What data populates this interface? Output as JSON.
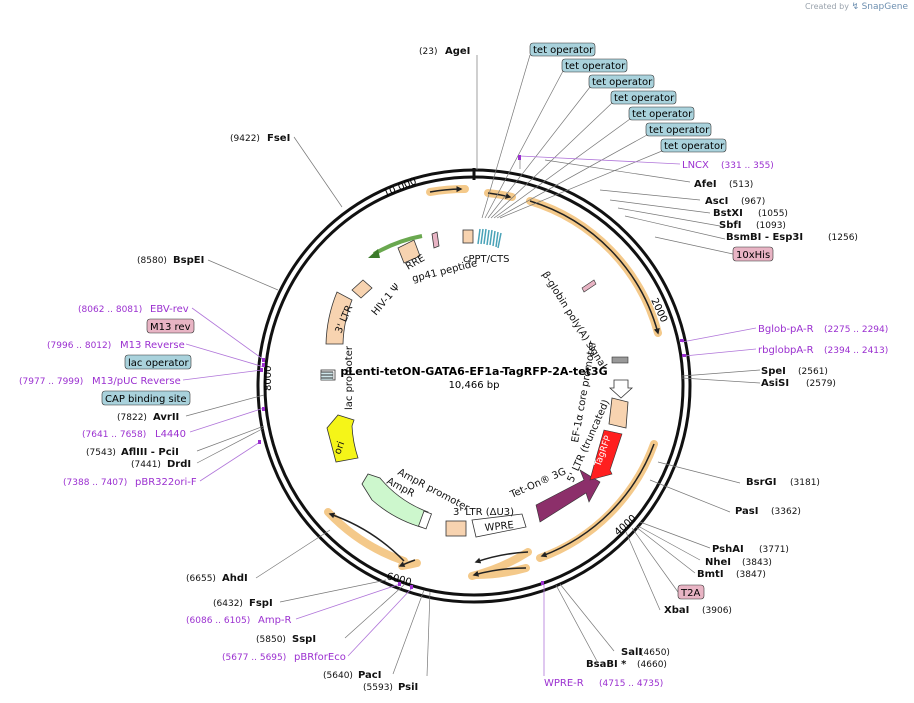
{
  "credit": {
    "prefix": "Created by",
    "brand": "SnapGene"
  },
  "plasmid": {
    "name": "pLenti-tetON-GATA6-EF1a-TagRFP-2A-tet3G",
    "size": "10,466 bp"
  },
  "colors": {
    "restriction": "#000000",
    "primer": "#9b30d0",
    "tetop": "#a9d2dc",
    "his": "#e8b4c4",
    "tagrfp": "#ff1f1f",
    "teton": "#8c2f6a",
    "ori": "#f5f518",
    "ampr": "#cdf7cd",
    "ltr": "#f7d3b0"
  },
  "tick_labels": [
    "2000",
    "4000",
    "6000",
    "8000",
    "10,000"
  ],
  "site_labels": [
    {
      "pos": "(23)",
      "name": "AgeI"
    },
    {
      "pos": "(513)",
      "name": "AfeI"
    },
    {
      "pos": "(967)",
      "name": "AscI"
    },
    {
      "pos": "(1055)",
      "name": "BstXI"
    },
    {
      "pos": "(1093)",
      "name": "SbfI"
    },
    {
      "pos": "(1256)",
      "name": "BsmBI - Esp3I"
    },
    {
      "pos": "(2561)",
      "name": "SpeI"
    },
    {
      "pos": "(2579)",
      "name": "AsiSI"
    },
    {
      "pos": "(3181)",
      "name": "BsrGI"
    },
    {
      "pos": "(3362)",
      "name": "PasI"
    },
    {
      "pos": "(3771)",
      "name": "PshAI"
    },
    {
      "pos": "(3843)",
      "name": "NheI"
    },
    {
      "pos": "(3847)",
      "name": "BmtI"
    },
    {
      "pos": "(3906)",
      "name": "XbaI"
    },
    {
      "pos": "(4650)",
      "name": "SalI"
    },
    {
      "pos": "(4660)",
      "name": "BsaBI *"
    },
    {
      "pos": "(5593)",
      "name": "PsiI"
    },
    {
      "pos": "(5640)",
      "name": "PacI"
    },
    {
      "pos": "(5850)",
      "name": "SspI"
    },
    {
      "pos": "(6432)",
      "name": "FspI"
    },
    {
      "pos": "(6655)",
      "name": "AhdI"
    },
    {
      "pos": "(7441)",
      "name": "DrdI"
    },
    {
      "pos": "(7543)",
      "name": "AflIII - PciI"
    },
    {
      "pos": "(7822)",
      "name": "AvrII"
    },
    {
      "pos": "(8580)",
      "name": "BspEI"
    },
    {
      "pos": "(9422)",
      "name": "FseI"
    }
  ],
  "primer_labels": [
    {
      "name": "LNCX",
      "range": "(331 .. 355)"
    },
    {
      "name": "Bglob-pA-R",
      "range": "(2275 .. 2294)"
    },
    {
      "name": "rbglobpA-R",
      "range": "(2394 .. 2413)"
    },
    {
      "name": "WPRE-R",
      "range": "(4715 .. 4735)"
    },
    {
      "name": "pBRforEco",
      "range": "(5677 .. 5695)"
    },
    {
      "name": "Amp-R",
      "range": "(6086 .. 6105)"
    },
    {
      "name": "pBR322ori-F",
      "range": "(7388 .. 7407)"
    },
    {
      "name": "L4440",
      "range": "(7641 .. 7658)"
    },
    {
      "name": "M13/pUC Reverse",
      "range": "(7977 .. 7999)"
    },
    {
      "name": "M13 Reverse",
      "range": "(7996 .. 8012)"
    },
    {
      "name": "EBV-rev",
      "range": "(8062 .. 8081)"
    }
  ],
  "boxed_labels": [
    "tet operator",
    "tet operator",
    "tet operator",
    "tet operator",
    "tet operator",
    "tet operator",
    "tet operator",
    "10xHis",
    "T2A",
    "M13 rev",
    "lac operator",
    "CAP binding site"
  ],
  "feature_labels": [
    "cPPT/CTS",
    "gp41 peptide",
    "RRE",
    "HIV-1 Ψ",
    "3' LTR",
    "lac promoter",
    "β-globin poly(A) signal",
    "EF-1α core promoter",
    "5' LTR (truncated)",
    "TagRFP",
    "Tet-On® 3G",
    "WPRE",
    "3' LTR (ΔU3)",
    "AmpR promoter",
    "AmpR",
    "ori"
  ]
}
